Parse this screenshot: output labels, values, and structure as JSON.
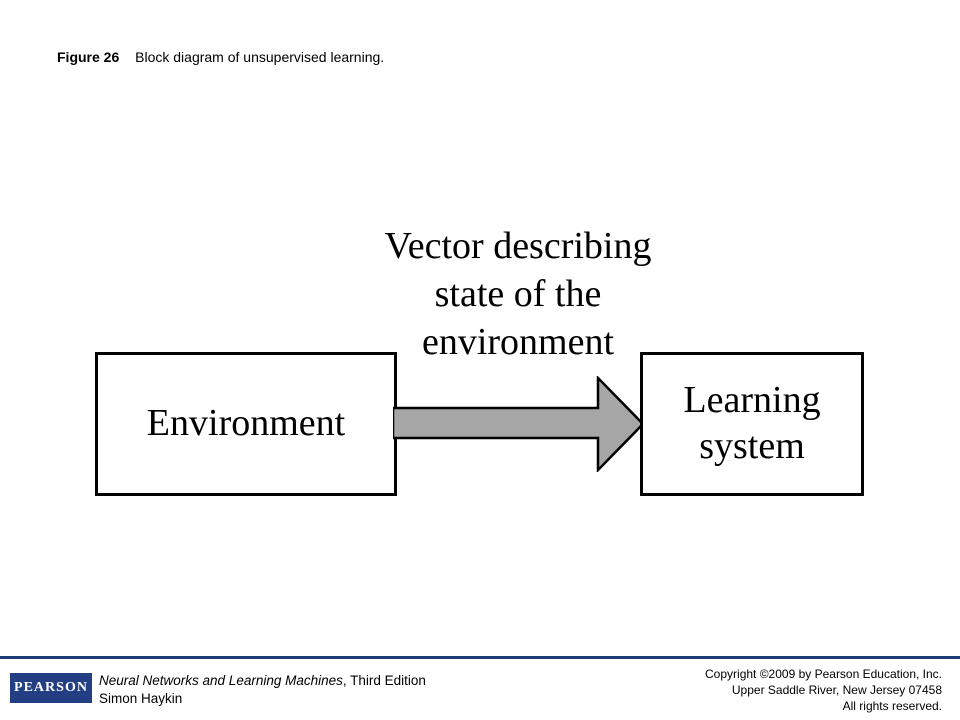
{
  "caption": {
    "figure_number": "Figure 26",
    "text": "Block diagram of unsupervised learning."
  },
  "diagram": {
    "environment_label": "Environment",
    "learning_system_label": "Learning\nsystem",
    "arrow_label": "Vector describing\nstate of the\nenvironment",
    "arrow_fill": "#a6a6a6",
    "box_border_color": "#000000"
  },
  "footer": {
    "logo_text": "PEARSON",
    "book_title": "Neural Networks and Learning Machines",
    "edition": ", Third Edition",
    "author": "Simon Haykin",
    "copyright_line1": "Copyright ©2009 by Pearson Education, Inc.",
    "copyright_line2": "Upper Saddle River, New Jersey 07458",
    "copyright_line3": "All rights reserved.",
    "rule_color": "#1a3c7a",
    "logo_color": "#233e82"
  }
}
